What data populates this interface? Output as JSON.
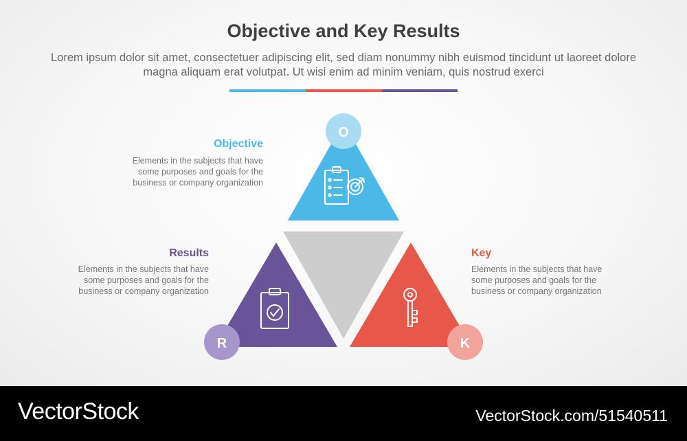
{
  "header": {
    "title": "Objective and Key Results",
    "subtitle": "Lorem ipsum dolor sit amet, consectetuer adipiscing elit, sed diam nonummy nibh euismod tincidunt ut laoreet dolore magna aliquam erat volutpat. Ut wisi enim ad minim veniam, quis nostrud exerci"
  },
  "colors": {
    "objective": "#4cb8e8",
    "key": "#e8584a",
    "results": "#6a5499",
    "center": "#cdcdcd"
  },
  "sections": {
    "objective": {
      "letter": "O",
      "title": "Objective",
      "description": "Elements in the subjects that have some purposes and goals for the business or company organization",
      "icon": "clipboard-target-icon"
    },
    "results": {
      "letter": "R",
      "title": "Results",
      "description": "Elements in the subjects that have some purposes and goals for the business or company organization",
      "icon": "clipboard-check-icon"
    },
    "key": {
      "letter": "K",
      "title": "Key",
      "description": "Elements in the subjects that have some purposes and goals for the business or company organization",
      "icon": "key-icon"
    }
  },
  "footer": {
    "brand": "VectorStock",
    "image_id": "VectorStock.com/51540511"
  }
}
